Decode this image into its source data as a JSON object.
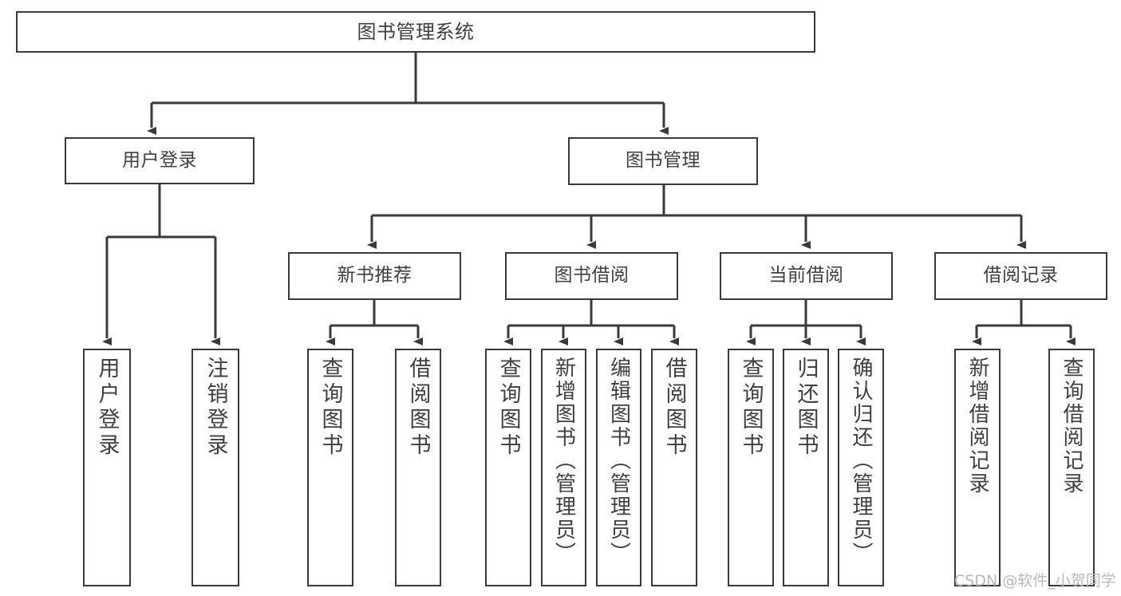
{
  "diagram": {
    "type": "tree-hierarchy",
    "title": "图书管理系统",
    "root": {
      "id": "root",
      "label": "图书管理系统"
    },
    "level1": [
      {
        "id": "user-login",
        "label": "用户登录"
      },
      {
        "id": "book-manage",
        "label": "图书管理"
      }
    ],
    "level2": [
      {
        "id": "new-book-rec",
        "label": "新书推荐",
        "parent": "book-manage"
      },
      {
        "id": "book-borrow",
        "label": "图书借阅",
        "parent": "book-manage"
      },
      {
        "id": "current-borrow",
        "label": "当前借阅",
        "parent": "book-manage"
      },
      {
        "id": "borrow-record",
        "label": "借阅记录",
        "parent": "book-manage"
      }
    ],
    "leaves": [
      {
        "id": "leaf-user-login",
        "label": "用户登录",
        "parent": "user-login"
      },
      {
        "id": "leaf-logout",
        "label": "注销登录",
        "parent": "user-login"
      },
      {
        "id": "leaf-query-book-1",
        "label": "查询图书",
        "parent": "new-book-rec"
      },
      {
        "id": "leaf-borrow-book-1",
        "label": "借阅图书",
        "parent": "new-book-rec"
      },
      {
        "id": "leaf-query-book-2",
        "label": "查询图书",
        "parent": "book-borrow"
      },
      {
        "id": "leaf-add-book",
        "label": "新增图书（管理员）",
        "parent": "book-borrow"
      },
      {
        "id": "leaf-edit-book",
        "label": "编辑图书（管理员）",
        "parent": "book-borrow"
      },
      {
        "id": "leaf-borrow-book-2",
        "label": "借阅图书",
        "parent": "book-borrow"
      },
      {
        "id": "leaf-query-book-3",
        "label": "查询图书",
        "parent": "current-borrow"
      },
      {
        "id": "leaf-return-book",
        "label": "归还图书",
        "parent": "current-borrow"
      },
      {
        "id": "leaf-confirm-return",
        "label": "确认归还（管理员）",
        "parent": "current-borrow"
      },
      {
        "id": "leaf-add-record",
        "label": "新增借阅记录",
        "parent": "borrow-record"
      },
      {
        "id": "leaf-query-record",
        "label": "查询借阅记录",
        "parent": "borrow-record"
      }
    ],
    "colors": {
      "box_border": "#3a3a3a",
      "box_fill": "#ffffff",
      "text": "#40403f",
      "connector": "#3a3a3a",
      "watermark": "#b9b9b9",
      "background": "#ffffff"
    }
  },
  "watermark": {
    "text": "CSDN @软件_小贺同学"
  }
}
